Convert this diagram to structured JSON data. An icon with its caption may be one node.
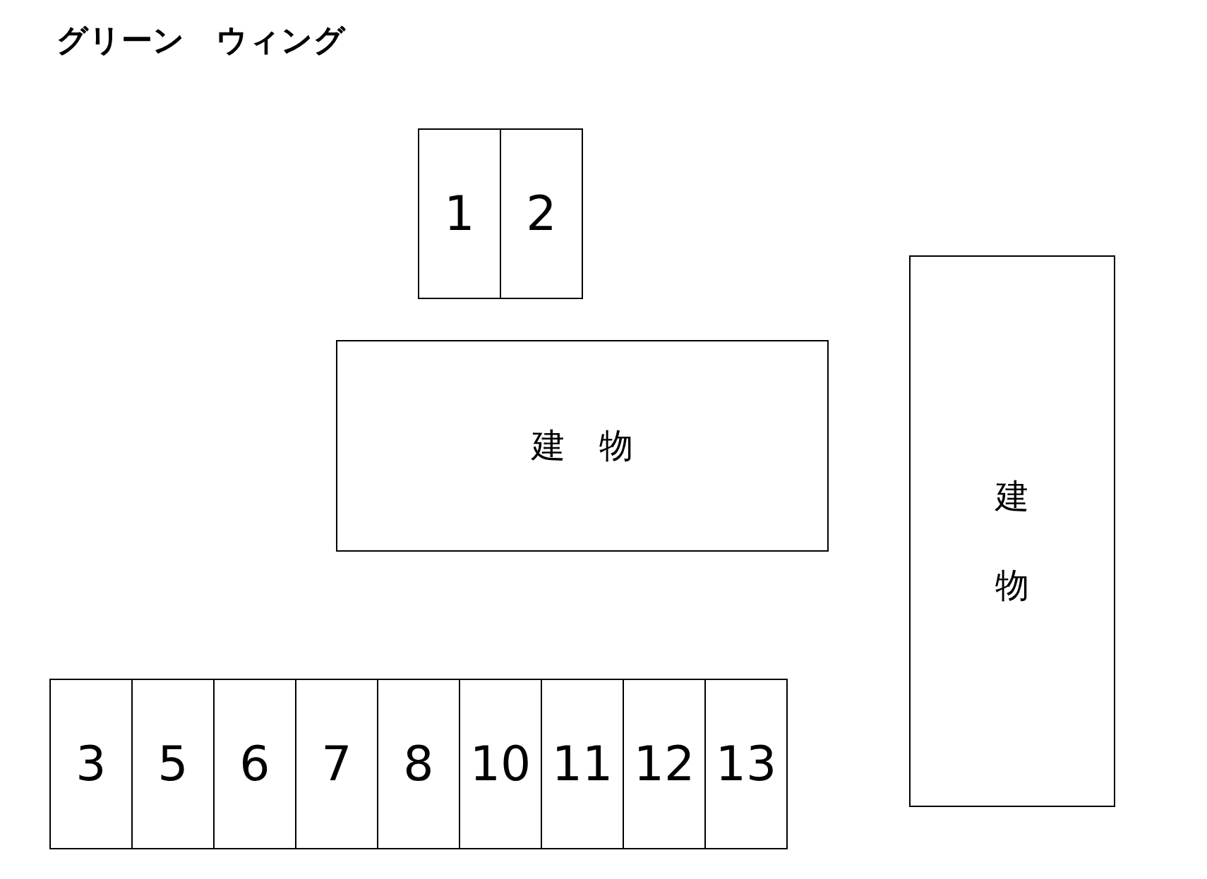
{
  "diagram": {
    "title": "グリーン　ウィング",
    "nodes": [
      {
        "text": [
          "1"
        ]
      },
      {
        "text": [
          "2"
        ]
      },
      {
        "text": [
          "建　物"
        ]
      },
      {
        "text": [
          "建物"
        ]
      },
      {
        "text": [
          "3"
        ]
      },
      {
        "text": [
          "5"
        ]
      },
      {
        "text": [
          "6"
        ]
      },
      {
        "text": [
          "7"
        ]
      },
      {
        "text": [
          "8"
        ]
      },
      {
        "text": [
          "10"
        ]
      },
      {
        "text": [
          "11"
        ]
      },
      {
        "text": [
          "12"
        ]
      },
      {
        "text": [
          "13"
        ]
      }
    ],
    "edges": []
  }
}
